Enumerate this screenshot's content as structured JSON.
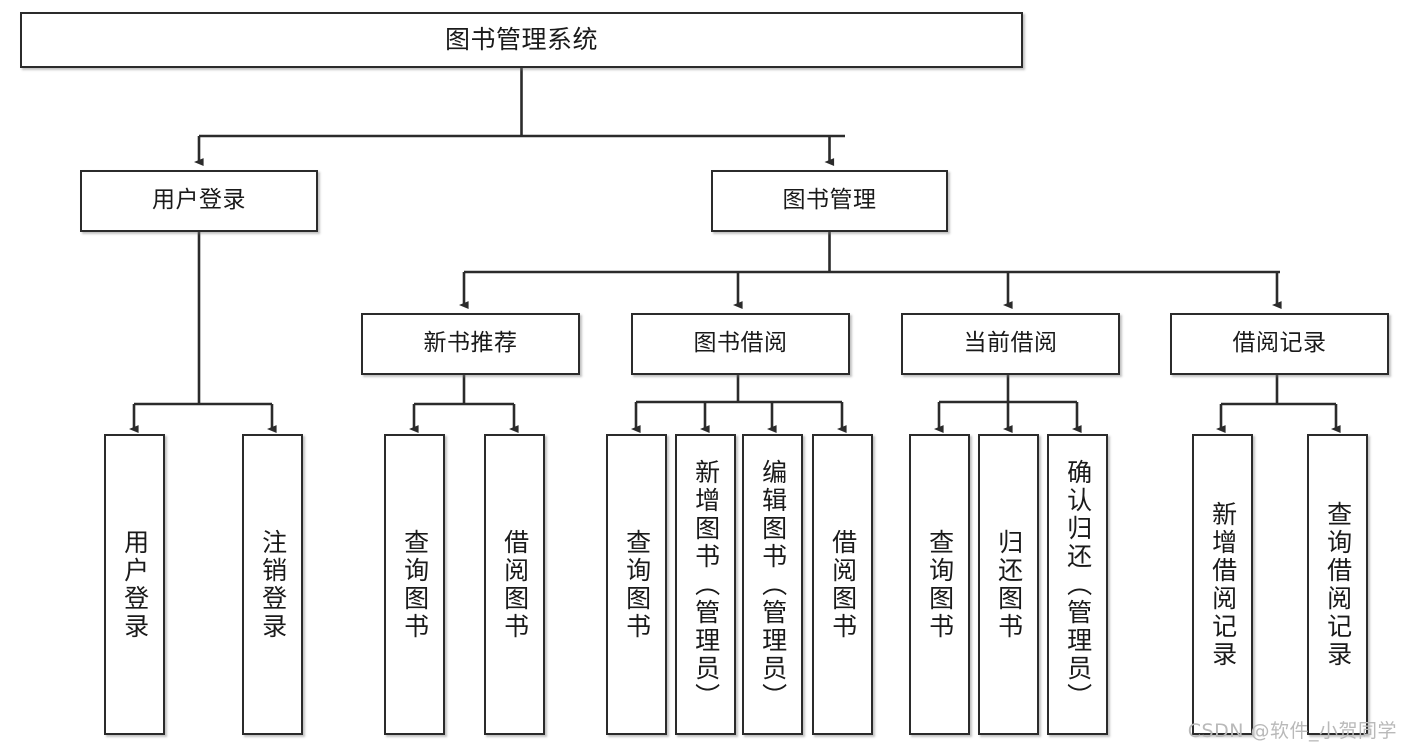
{
  "diagram": {
    "title": "图书管理系统",
    "type": "tree",
    "levels": 4,
    "colors": {
      "box_border": "#2b2b2b",
      "box_fill": "#ffffff",
      "edge": "#2b2b2b",
      "background": "#ffffff",
      "watermark": "#b9b9b9"
    }
  },
  "nodes": {
    "root": {
      "label": "图书管理系统"
    },
    "level2": [
      {
        "id": "user-login",
        "label": "用户登录"
      },
      {
        "id": "book-management",
        "label": "图书管理"
      }
    ],
    "level3": [
      {
        "id": "new-book-recommend",
        "label": "新书推荐"
      },
      {
        "id": "book-borrow",
        "label": "图书借阅"
      },
      {
        "id": "current-borrow",
        "label": "当前借阅"
      },
      {
        "id": "borrow-record",
        "label": "借阅记录"
      }
    ],
    "leaves": [
      {
        "id": "leaf-user-login",
        "label": "用户登录",
        "parent": "user-login"
      },
      {
        "id": "leaf-logout",
        "label": "注销登录",
        "parent": "user-login"
      },
      {
        "id": "leaf-query-book-1",
        "label": "查询图书",
        "parent": "new-book-recommend"
      },
      {
        "id": "leaf-borrow-book-1",
        "label": "借阅图书",
        "parent": "new-book-recommend"
      },
      {
        "id": "leaf-query-book-2",
        "label": "查询图书",
        "parent": "book-borrow"
      },
      {
        "id": "leaf-add-book",
        "label": "新增图书（管理员）",
        "parent": "book-borrow"
      },
      {
        "id": "leaf-edit-book",
        "label": "编辑图书（管理员）",
        "parent": "book-borrow"
      },
      {
        "id": "leaf-borrow-book-2",
        "label": "借阅图书",
        "parent": "book-borrow"
      },
      {
        "id": "leaf-query-book-3",
        "label": "查询图书",
        "parent": "current-borrow"
      },
      {
        "id": "leaf-return-book",
        "label": "归还图书",
        "parent": "current-borrow"
      },
      {
        "id": "leaf-confirm-return",
        "label": "确认归还（管理员）",
        "parent": "current-borrow"
      },
      {
        "id": "leaf-add-record",
        "label": "新增借阅记录",
        "parent": "borrow-record"
      },
      {
        "id": "leaf-query-record",
        "label": "查询借阅记录",
        "parent": "borrow-record"
      }
    ]
  },
  "watermark": {
    "text": "CSDN @软件_小贺同学"
  }
}
